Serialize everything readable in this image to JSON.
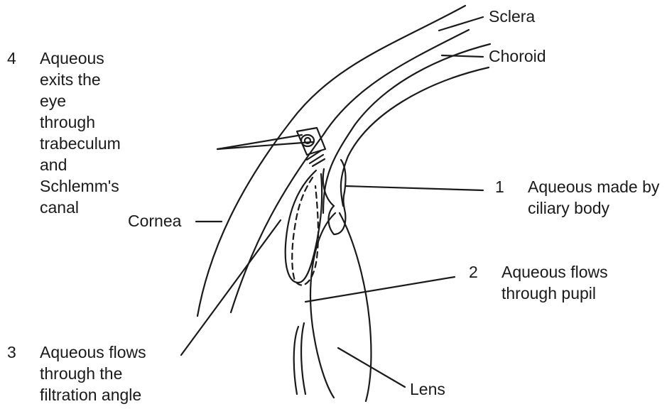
{
  "labels": {
    "sclera": "Sclera",
    "choroid": "Choroid",
    "cornea": "Cornea",
    "lens": "Lens"
  },
  "steps": [
    {
      "num": "1",
      "lines": [
        "Aqueous made by",
        "ciliary body"
      ]
    },
    {
      "num": "2",
      "lines": [
        "Aqueous flows",
        "through pupil"
      ]
    },
    {
      "num": "3",
      "lines": [
        "Aqueous flows",
        "through the",
        "filtration angle"
      ]
    },
    {
      "num": "4",
      "lines": [
        "Aqueous exits the eye",
        "through trabeculum",
        "and Schlemm's",
        "canal"
      ]
    }
  ]
}
